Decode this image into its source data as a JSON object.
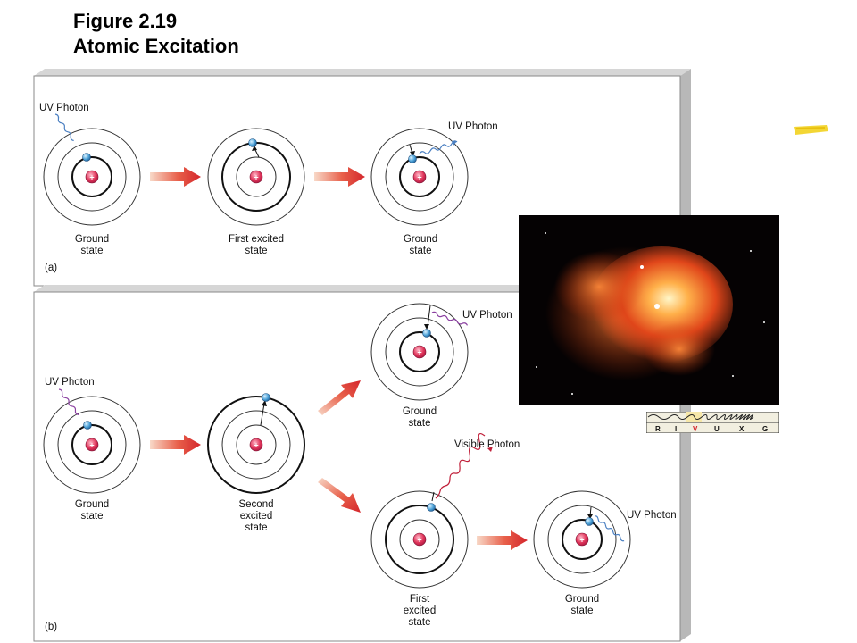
{
  "figure": {
    "number": "Figure 2.19",
    "title": "Atomic Excitation"
  },
  "panel_a": {
    "tag": "(a)",
    "photon_in": "UV Photon",
    "photon_out": "UV Photon",
    "states": [
      [
        "Ground",
        "state"
      ],
      [
        "First excited",
        "state"
      ],
      [
        "Ground",
        "state"
      ]
    ]
  },
  "panel_b": {
    "tag": "(b)",
    "photon_in": "UV Photon",
    "photon_top": "UV Photon",
    "photon_visible": "Visible Photon",
    "photon_bottom_out": "UV Photon",
    "states": {
      "ground_left": [
        "Ground",
        "state"
      ],
      "second_excited": [
        "Second",
        "excited",
        "state"
      ],
      "ground_top": [
        "Ground",
        "state"
      ],
      "first_excited": [
        "First",
        "excited",
        "state"
      ],
      "ground_right": [
        "Ground",
        "state"
      ]
    }
  },
  "nucleus_symbol": "+",
  "spectrum_bands": [
    "R",
    "I",
    "V",
    "U",
    "X",
    "G"
  ],
  "colors": {
    "arrow": "#d4262c",
    "uv_wave_blue": "#4a7fc1",
    "uv_wave_purple": "#8a3fa0",
    "visible_wave": "#c0203a",
    "electron": "#4ea3d8",
    "nucleus": "#e0345a",
    "highlight": "#f2d21e"
  }
}
